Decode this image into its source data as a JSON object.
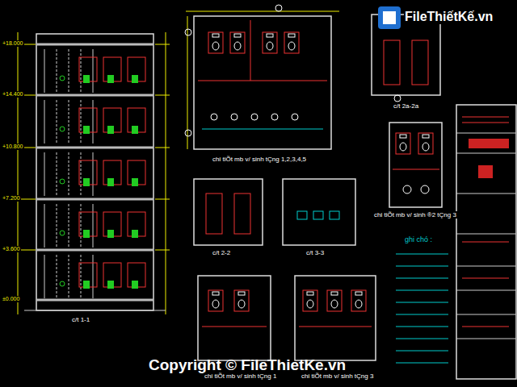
{
  "diagram": {
    "labels": [
      "FileThiếtKế.vn",
      "c/t 1-1",
      "chi tiÕt mb v/ sinh tÇng 1,2,3,4,5",
      "c/t 2a-2a",
      "chi tiÕt mb v/ sinh ®2 tÇng 3",
      "c/t 2-2",
      "c/t 3-3",
      "ghi chó :",
      "Copyright © FileThietKe.vn",
      "chi tiÕt mb v/ sinh tÇng 1",
      "chi tiÕt mb v/ sinh tÇng 3",
      "+18.000",
      "+14.400",
      "+10.800",
      "+7.200",
      "+3.600",
      "±0.000"
    ]
  }
}
